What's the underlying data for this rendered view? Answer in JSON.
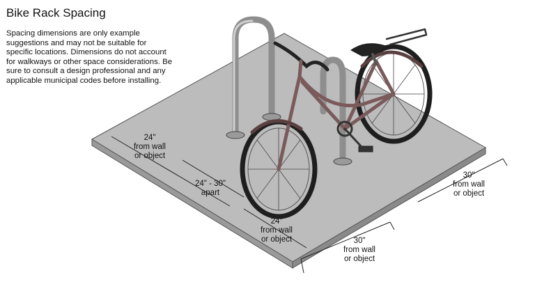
{
  "title": "Bike Rack Spacing",
  "note": "Spacing dimensions are only example suggestions and may not be suitable for specific locations. Dimensions do not account for walkways or other space considerations. Be sure to consult a design professional and any applicable municipal codes before installing.",
  "dims": {
    "back_wall": [
      "24\"",
      "from wall",
      "or object"
    ],
    "apart": [
      "24\" - 30\"",
      "apart"
    ],
    "front_wall": [
      "24\"",
      "from wall",
      "or object"
    ],
    "front_right": [
      "30\"",
      "from wall",
      "or object"
    ],
    "right_side": [
      "30\"",
      "from wall",
      "or object"
    ]
  },
  "colors": {
    "pad": "#b8b8b8",
    "pad_edge": "#8c8c8c",
    "rack": "#b4b4b4",
    "bike_frame": "#7a5a5a",
    "tire": "#1e1e1e"
  }
}
